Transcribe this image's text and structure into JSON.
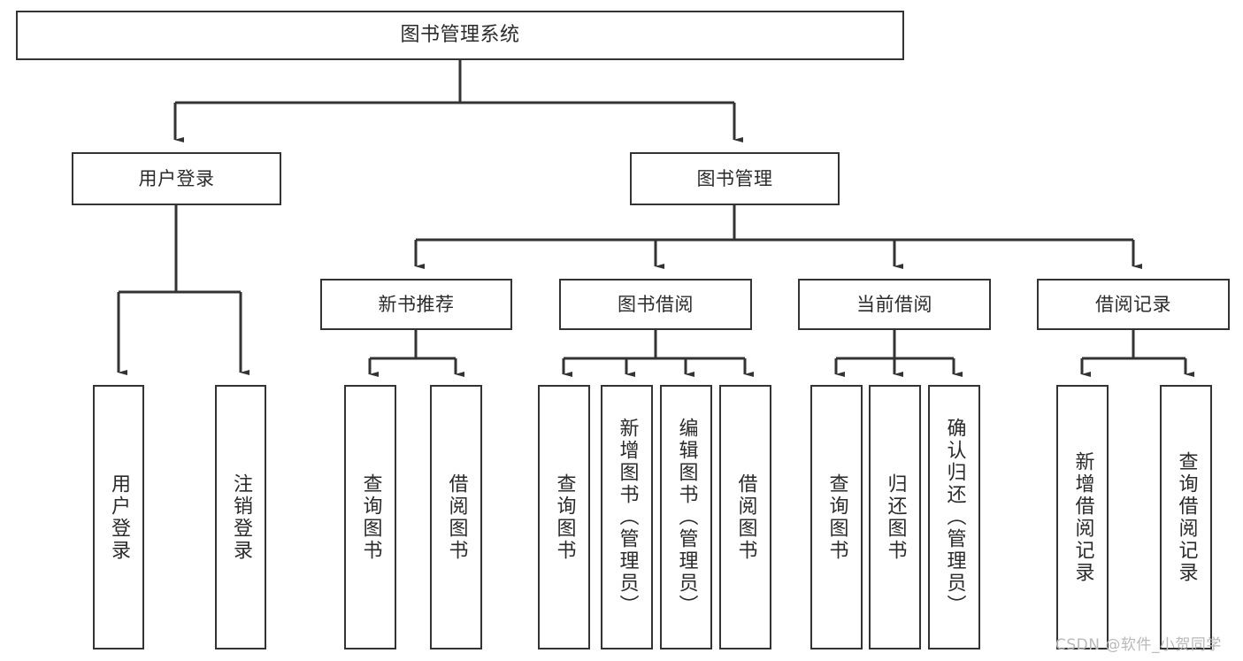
{
  "diagram": {
    "title": "图书管理系统",
    "type": "function-structure-tree",
    "watermark": "CSDN @软件_小贺同学",
    "colors": {
      "node_border": "#333333",
      "node_fill": "#ffffff",
      "connector": "#333333",
      "text": "#2b2b2b",
      "watermark": "#b9b9b9",
      "background": "#ffffff"
    },
    "nodes": {
      "root": {
        "label": "图书管理系统"
      },
      "level2": [
        {
          "id": "user-login",
          "label": "用户登录"
        },
        {
          "id": "book-manage",
          "label": "图书管理"
        }
      ],
      "level3": [
        {
          "id": "new-book-recommend",
          "label": "新书推荐"
        },
        {
          "id": "book-borrow",
          "label": "图书借阅"
        },
        {
          "id": "current-borrow",
          "label": "当前借阅"
        },
        {
          "id": "borrow-record",
          "label": "借阅记录"
        }
      ],
      "leaves": {
        "user-login": [
          {
            "id": "leaf-user-login",
            "label": "用户登录"
          },
          {
            "id": "leaf-logout-login",
            "label": "注销登录"
          }
        ],
        "new-book-recommend": [
          {
            "id": "leaf-query-book-1",
            "label": "查询图书"
          },
          {
            "id": "leaf-borrow-book-1",
            "label": "借阅图书"
          }
        ],
        "book-borrow": [
          {
            "id": "leaf-query-book-2",
            "label": "查询图书"
          },
          {
            "id": "leaf-add-book",
            "label": "新增图书（管理员）"
          },
          {
            "id": "leaf-edit-book",
            "label": "编辑图书（管理员）"
          },
          {
            "id": "leaf-borrow-book-2",
            "label": "借阅图书"
          }
        ],
        "current-borrow": [
          {
            "id": "leaf-query-book-3",
            "label": "查询图书"
          },
          {
            "id": "leaf-return-book",
            "label": "归还图书"
          },
          {
            "id": "leaf-confirm-return",
            "label": "确认归还（管理员）"
          }
        ],
        "borrow-record": [
          {
            "id": "leaf-add-record",
            "label": "新增借阅记录"
          },
          {
            "id": "leaf-query-record",
            "label": "查询借阅记录"
          }
        ]
      }
    }
  }
}
